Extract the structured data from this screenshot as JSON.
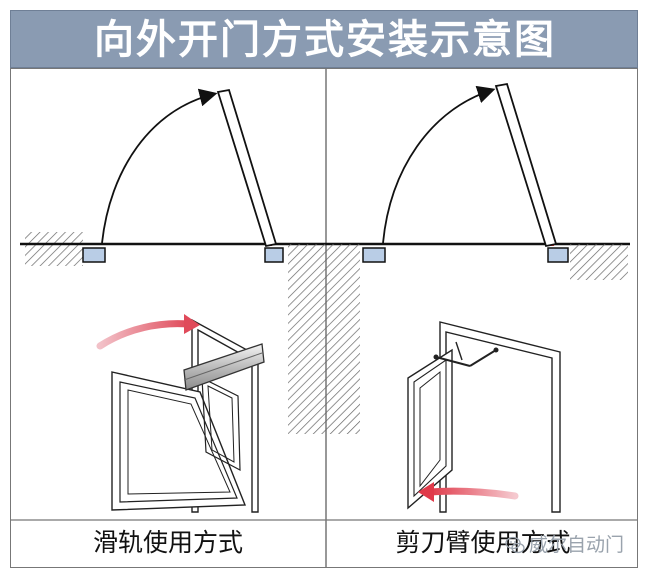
{
  "title": "向外开门方式安装示意图",
  "captions": {
    "left": "滑轨使用方式",
    "right": "剪刀臂使用方式"
  },
  "watermark": {
    "text": "威尔自动门",
    "icon": "wechat-icon"
  },
  "colors": {
    "title_bg": "#8a9bb2",
    "arrow": "#e04a5a",
    "pivot": "#b9cde6",
    "hinge": "#e03030",
    "hatch": "#555555"
  }
}
